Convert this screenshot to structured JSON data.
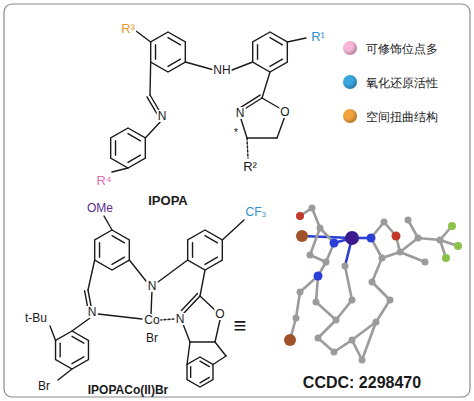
{
  "diagram": {
    "labels": [
      "R³",
      "NH",
      "R¹",
      "N",
      "N",
      "O",
      "*",
      "R⁴",
      "R²",
      "IPOPA",
      "OMe",
      "CF₃",
      "N",
      "N",
      "t-Bu",
      "Co",
      "Br",
      "N",
      "O",
      "Br",
      "IPOPACo(II)Br",
      "≡",
      "CCDC: 2298470"
    ],
    "legend": [
      {
        "text": "可修饰位点多",
        "color": "#f7b6d6"
      },
      {
        "text": "氧化还原活性",
        "color": "#3aa7e0"
      },
      {
        "text": "空间扭曲结构",
        "color": "#f2a33a"
      }
    ]
  }
}
